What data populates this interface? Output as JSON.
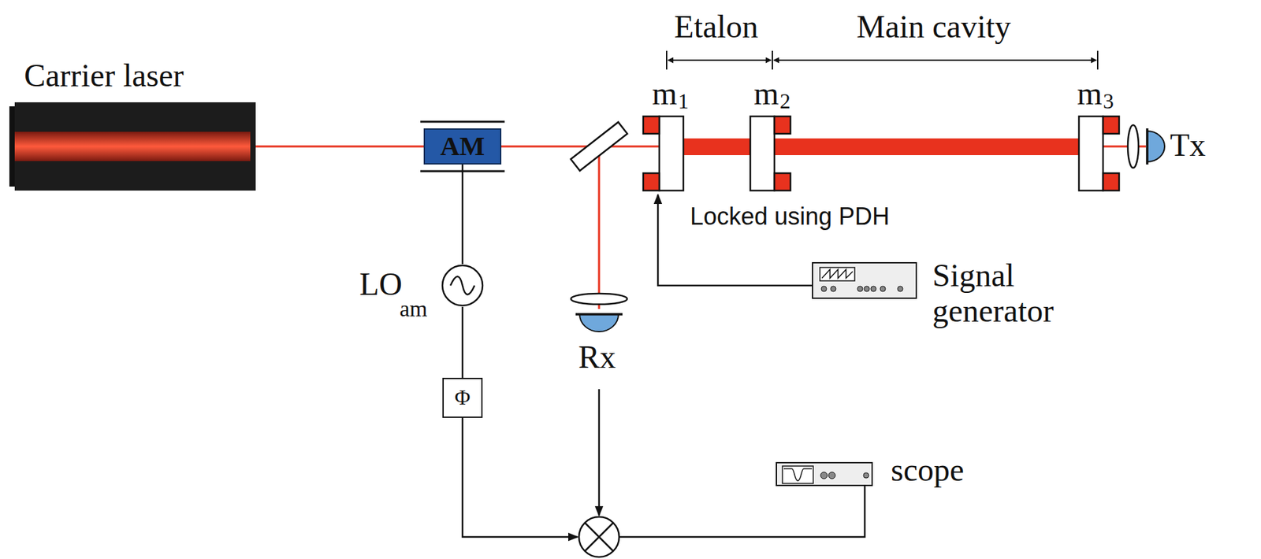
{
  "diagram": {
    "nodes": [
      {
        "text": [
          "Carrier laser"
        ]
      },
      {
        "text": [
          "AM"
        ]
      },
      {
        "text": [
          "LO",
          "am"
        ]
      },
      {
        "text": [
          "Φ"
        ]
      },
      {
        "text": [
          "Rx"
        ]
      },
      {
        "text": [
          "Signal generator"
        ]
      },
      {
        "text": [
          "scope"
        ]
      },
      {
        "text": [
          "Tx"
        ]
      }
    ],
    "edges": [
      {
        "from": 0,
        "to": 1,
        "arrow": "none"
      },
      {
        "from": 1,
        "to": 2,
        "arrow": "none"
      },
      {
        "from": 2,
        "to": 3,
        "arrow": "none"
      }
    ],
    "labels": [
      "Etalon",
      "Main cavity",
      "m",
      "1",
      "m",
      "2",
      "m",
      "3",
      "Locked using PDH"
    ]
  }
}
